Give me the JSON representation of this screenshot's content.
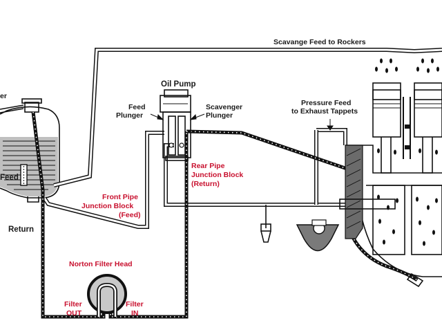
{
  "diagram": {
    "labels": {
      "scavenge_feed": "Scavange Feed to Rockers",
      "oil_pump": "Oil Pump",
      "feed_plunger_1": "Feed",
      "feed_plunger_2": "Plunger",
      "scavenger_plunger_1": "Scavenger",
      "scavenger_plunger_2": "Plunger",
      "pressure_feed_1": "Pressure Feed",
      "pressure_feed_2": "to Exhaust Tappets",
      "tank_label_clipped": "er",
      "feed": "Feed",
      "return": "Return",
      "front_pipe_1": "Front Pipe",
      "front_pipe_2": "Junction Block",
      "front_pipe_3": "(Feed)",
      "rear_pipe_1": "Rear Pipe",
      "rear_pipe_2": "Junction Block",
      "rear_pipe_3": "(Return)",
      "norton_filter": "Norton Filter Head",
      "filter_out_1": "Filter",
      "filter_out_2": "OUT",
      "filter_in_1": "Filter",
      "filter_in_2": "IN"
    },
    "colors": {
      "line": "#111111",
      "red_label": "#c8102e",
      "tank_oil": "#7a7a7a"
    }
  }
}
